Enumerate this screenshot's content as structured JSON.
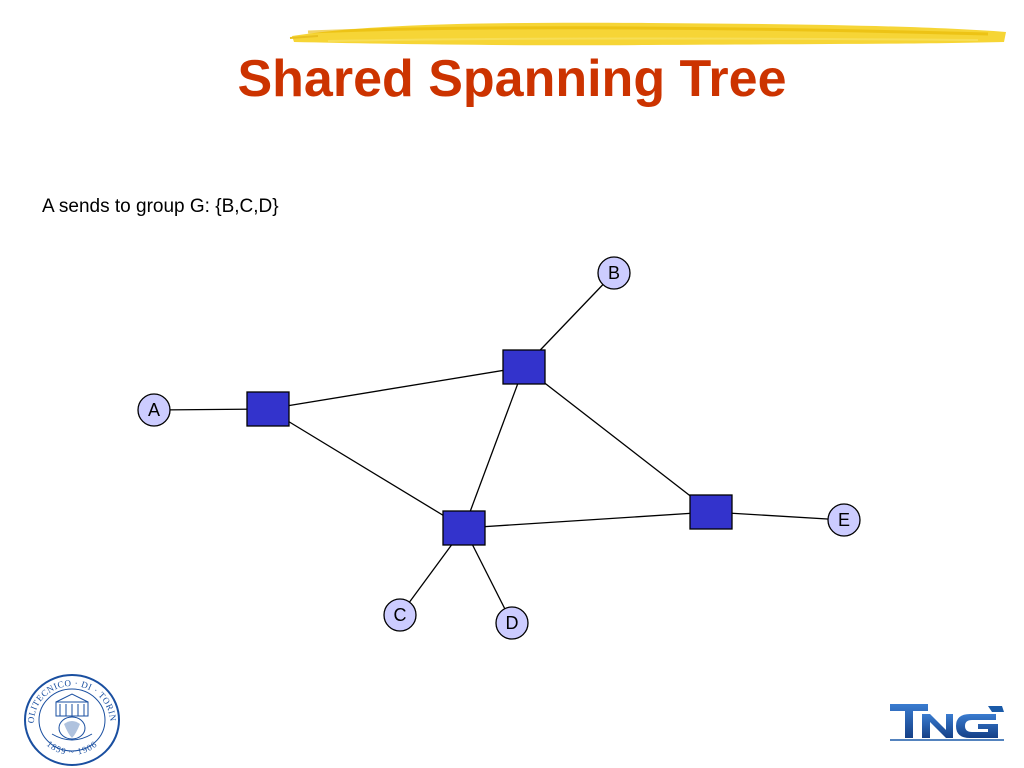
{
  "slide": {
    "title": "Shared Spanning Tree",
    "subtitle": "A sends to group G: {B,C,D}"
  },
  "colors": {
    "title": "#cc3300",
    "router_fill": "#3333cc",
    "host_fill": "#ccccff",
    "brush": "#f5d020",
    "logo_blue": "#1a4fa0",
    "tng_blue": "#1a5aa8"
  },
  "diagram": {
    "hosts": [
      {
        "id": "A",
        "label": "A"
      },
      {
        "id": "B",
        "label": "B"
      },
      {
        "id": "C",
        "label": "C"
      },
      {
        "id": "D",
        "label": "D"
      },
      {
        "id": "E",
        "label": "E"
      }
    ],
    "routers": [
      {
        "id": "R1"
      },
      {
        "id": "R2"
      },
      {
        "id": "R3"
      },
      {
        "id": "R4"
      }
    ],
    "links": [
      [
        "A",
        "R1"
      ],
      [
        "R1",
        "R2"
      ],
      [
        "R1",
        "R3"
      ],
      [
        "R2",
        "B"
      ],
      [
        "R2",
        "R3"
      ],
      [
        "R2",
        "R4"
      ],
      [
        "R3",
        "R4"
      ],
      [
        "R3",
        "C"
      ],
      [
        "R3",
        "D"
      ],
      [
        "R4",
        "E"
      ]
    ]
  },
  "logos": {
    "left_seal": {
      "icon": "politecnico-di-torino-seal",
      "text_top": "POLITECNICO · DI · TORINO",
      "text_bottom": "1859 ~ 1906"
    },
    "right_logo": {
      "icon": "tng-logo",
      "text": "TNG"
    }
  }
}
